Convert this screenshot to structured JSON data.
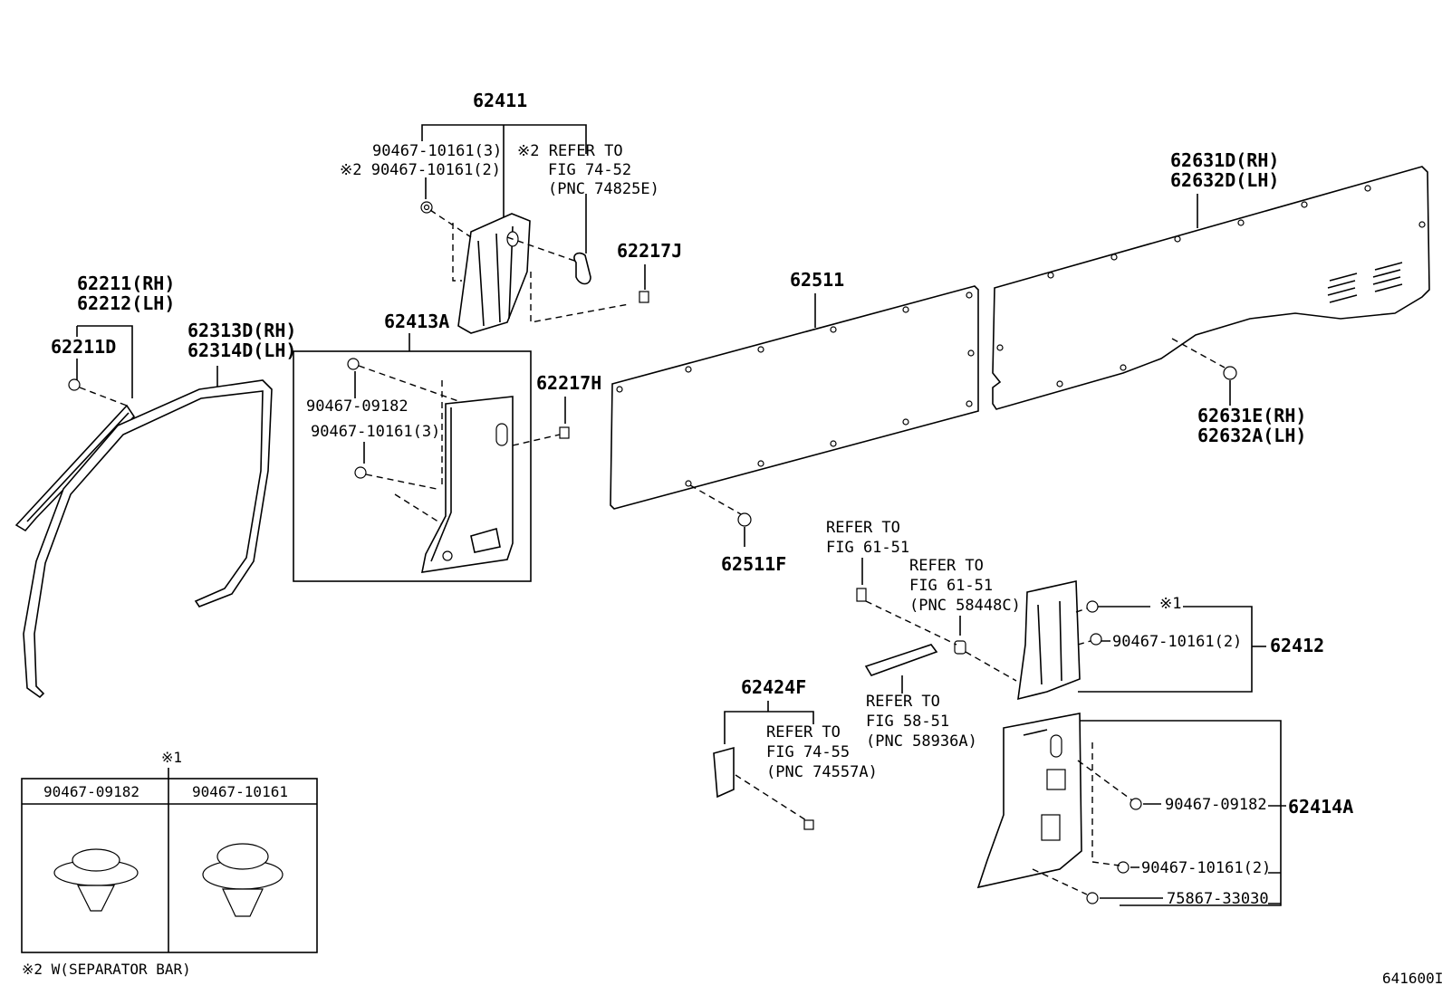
{
  "diagram_code": "641600I",
  "footnote": "※2 W(SEPARATOR BAR)",
  "parts": {
    "p62411": "62411",
    "p90467_10161_3_top": "90467-10161(3)",
    "p90467_10161_2_top": "※2 90467-10161(2)",
    "refer_74_52": [
      "※2 REFER TO",
      "FIG 74-52",
      "(PNC 74825E)"
    ],
    "p62217J": "62217J",
    "p62211": [
      "62211(RH)",
      "62212(LH)"
    ],
    "p62211D": "62211D",
    "p62313D": [
      "62313D(RH)",
      "62314D(LH)"
    ],
    "p62413A": "62413A",
    "p90467_09182_mid": "90467-09182",
    "p90467_10161_3_mid": "90467-10161(3)",
    "p62217H": "62217H",
    "p62511": "62511",
    "p62511F": "62511F",
    "p62631D": [
      "62631D(RH)",
      "62632D(LH)"
    ],
    "p62631E": [
      "62631E(RH)",
      "62632A(LH)"
    ],
    "refer_61_51": [
      "REFER TO",
      "FIG 61-51"
    ],
    "refer_61_51_pnc": [
      "REFER TO",
      "FIG 61-51",
      "(PNC 58448C)"
    ],
    "refer_58_51": [
      "REFER TO",
      "FIG 58-51",
      "(PNC 58936A)"
    ],
    "p62424F": "62424F",
    "refer_74_55": [
      "REFER TO",
      "FIG 74-55",
      "(PNC 74557A)"
    ],
    "note1_right": "※1",
    "p90467_10161_2_right": "90467-10161(2)",
    "p62412": "62412",
    "p90467_09182_right": "90467-09182",
    "p62414A": "62414A",
    "p90467_10161_2_low": "90467-10161(2)",
    "p75867_33030": "75867-33030"
  },
  "legend": {
    "note": "※1",
    "col1": "90467-09182",
    "col2": "90467-10161"
  }
}
